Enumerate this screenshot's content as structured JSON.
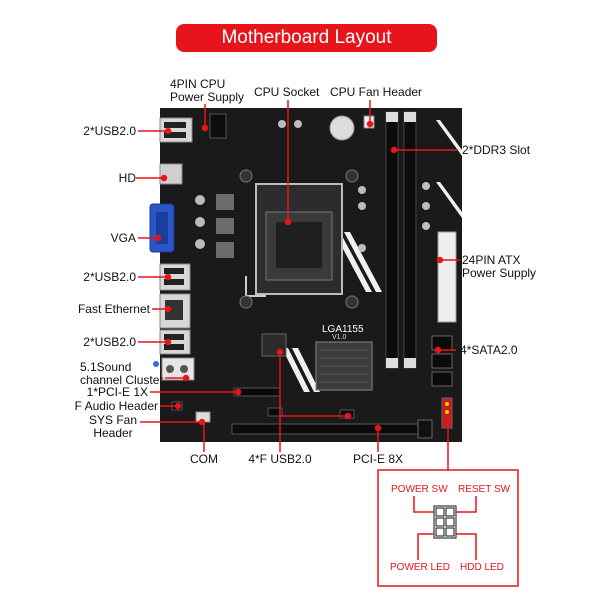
{
  "title": "Motherboard Layout",
  "colors": {
    "accent": "#e8141b",
    "board": "#1a1a1a",
    "text": "#111111"
  },
  "labels": {
    "cpu_power": "4PIN CPU\nPower Supply",
    "cpu_socket": "CPU Socket",
    "cpu_fan": "CPU Fan Header",
    "usb_top": "2*USB2.0",
    "hd": "HD",
    "vga": "VGA",
    "usb_mid": "2*USB2.0",
    "ethernet": "Fast Ethernet",
    "usb_low": "2*USB2.0",
    "sound": "5.1Sound\nchannel Cluster",
    "pcie1x": "1*PCI-E 1X",
    "faudio": "F Audio Header",
    "sysfan": "SYS Fan\nHeader",
    "com": "COM",
    "fusb": "4*F USB2.0",
    "pcie8x": "PCI-E 8X",
    "ddr3": "2*DDR3 Slot",
    "atx": "24PIN ATX\nPower Supply",
    "sata": "4*SATA2.0"
  },
  "board_print": {
    "socket": "LGA1155",
    "version": "V1.0"
  },
  "panel": {
    "power_sw": "POWER SW",
    "reset_sw": "RESET SW",
    "power_led": "POWER LED",
    "hdd_led": "HDD  LED"
  }
}
